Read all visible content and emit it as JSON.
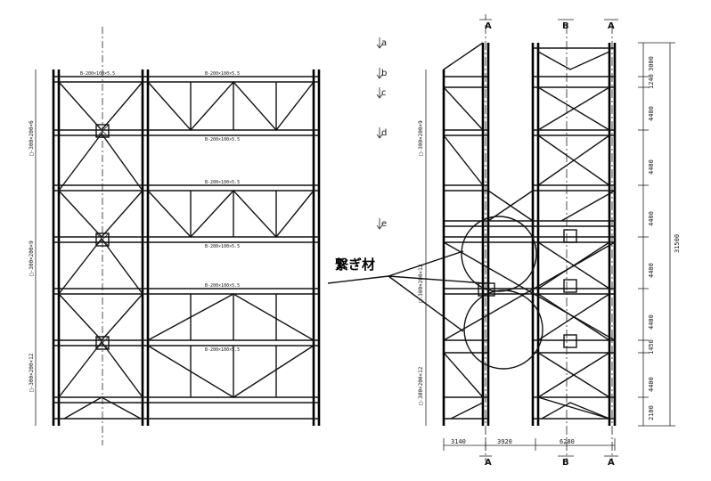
{
  "annotation": {
    "connector_label": "繋ぎ材"
  },
  "sections": {
    "left_marker": "A",
    "middle_marker": "B",
    "right_marker": "A"
  },
  "levels": [
    "a",
    "b",
    "c",
    "d",
    "e"
  ],
  "vertical_dims": [
    "3000",
    "1240",
    "4400",
    "4400",
    "4400",
    "4400",
    "4400",
    "1450",
    "4400",
    "2100"
  ],
  "overall_height": "31500",
  "horizontal_dims": [
    "3140",
    "3920",
    "6280"
  ],
  "member_labels": {
    "left_column_1": "□-300×200×6",
    "left_column_2": "□-300×200×9",
    "left_column_3": "□-300×200×12",
    "right_column_1": "□-300×200×9",
    "right_column_2": "□-300×200×12",
    "right_column_3": "□-300×200×12"
  }
}
